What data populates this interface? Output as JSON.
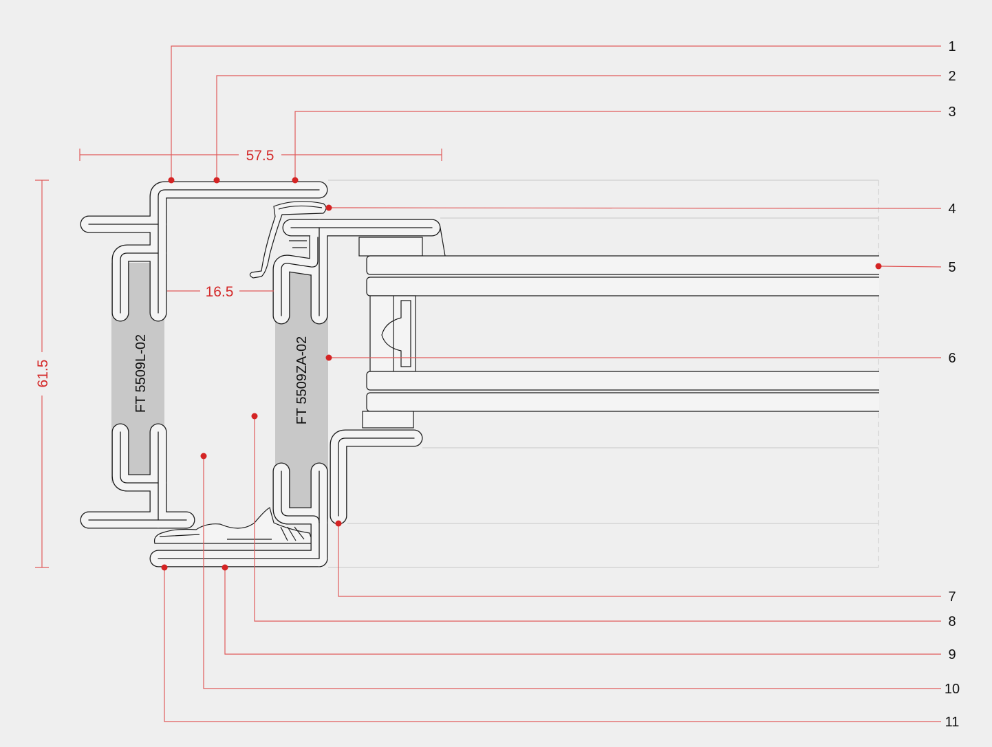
{
  "dimensions": {
    "width_top": "57.5",
    "height_left": "61.5",
    "gap": "16.5"
  },
  "parts": {
    "left_code": "FT 5509L-02",
    "right_code": "FT 5509ZA-02"
  },
  "callouts": [
    "1",
    "2",
    "3",
    "4",
    "5",
    "6",
    "7",
    "8",
    "9",
    "10",
    "11"
  ],
  "colors": {
    "accent": "#d42a2a",
    "background": "#efefef",
    "thermal_break": "#c8c8c8"
  }
}
